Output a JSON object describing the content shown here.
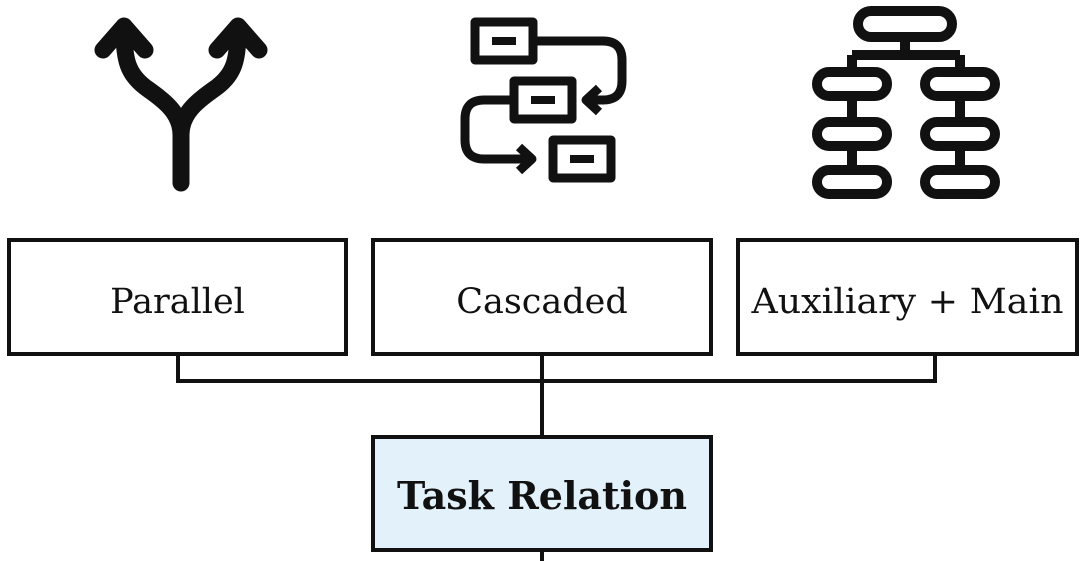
{
  "diagram": {
    "boxes": [
      {
        "id": "parallel",
        "label": "Parallel",
        "icon": "fork-arrows-icon"
      },
      {
        "id": "cascaded",
        "label": "Cascaded",
        "icon": "cascade-flow-icon"
      },
      {
        "id": "auxiliary-main",
        "label": "Auxiliary + Main",
        "icon": "hierarchy-tree-icon"
      }
    ],
    "root": {
      "label": "Task Relation",
      "fill": "#e3f1fb"
    },
    "colors": {
      "stroke": "#111111",
      "box_fill": "#ffffff"
    }
  }
}
